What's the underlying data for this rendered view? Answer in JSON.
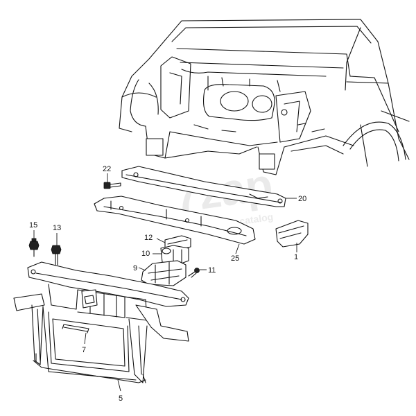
{
  "watermark": {
    "brand": "7zap",
    "subtitle": "parts catalog",
    "color": "#d9d9d9"
  },
  "callouts": [
    {
      "id": "p1",
      "text": "1"
    },
    {
      "id": "p5",
      "text": "5"
    },
    {
      "id": "p7",
      "text": "7"
    },
    {
      "id": "p9",
      "text": "9"
    },
    {
      "id": "p10",
      "text": "10"
    },
    {
      "id": "p11",
      "text": "11"
    },
    {
      "id": "p12",
      "text": "12"
    },
    {
      "id": "p13",
      "text": "13"
    },
    {
      "id": "p15",
      "text": "15"
    },
    {
      "id": "p20",
      "text": "20"
    },
    {
      "id": "p22",
      "text": "22"
    },
    {
      "id": "p25",
      "text": "25"
    }
  ]
}
